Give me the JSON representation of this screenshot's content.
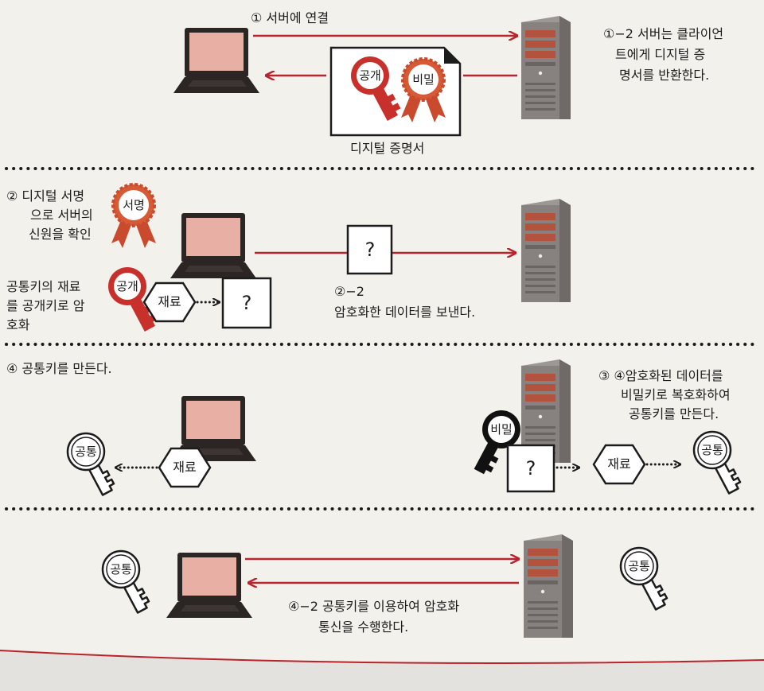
{
  "panel1": {
    "connect": "① 서버에 연결",
    "server_note": [
      "①−2 서버는 클라이언",
      "트에게 디지털 증",
      "명서를 반환한다."
    ],
    "public_seal": "공개",
    "private_seal": "비밀",
    "certificate_caption": "디지털 증명서"
  },
  "panel2": {
    "verify_note": [
      "② 디지털 서명",
      "으로 서버의",
      "신원을 확인"
    ],
    "signature_seal": "서명",
    "encrypt_note": [
      "공통키의 재료",
      "를 공개키로 암",
      "호화"
    ],
    "public_key_label": "공개",
    "material_label": "재료",
    "unknown_box": "?",
    "send_note": [
      "②−2",
      "암호화한 데이터를 보낸다."
    ]
  },
  "panel3": {
    "client_note": "④ 공통키를 만든다.",
    "server_note": [
      "③ ④암호화된 데이터를",
      "비밀키로 복호화하여",
      "공통키를 만든다."
    ],
    "common_key_label": "공통",
    "material_label": "재료",
    "private_key_label": "비밀",
    "unknown_box": "?"
  },
  "panel4": {
    "common_key_label": "공통",
    "comm_note": [
      "④−2 공통키를 이용하여 암호화",
      "통신을 수행한다."
    ]
  },
  "colors": {
    "arrow": "#b8242b",
    "screen": "#e8b0a4",
    "laptop": "#2b2523",
    "server": "#8a8580",
    "ribbon": "#c94a2c"
  }
}
